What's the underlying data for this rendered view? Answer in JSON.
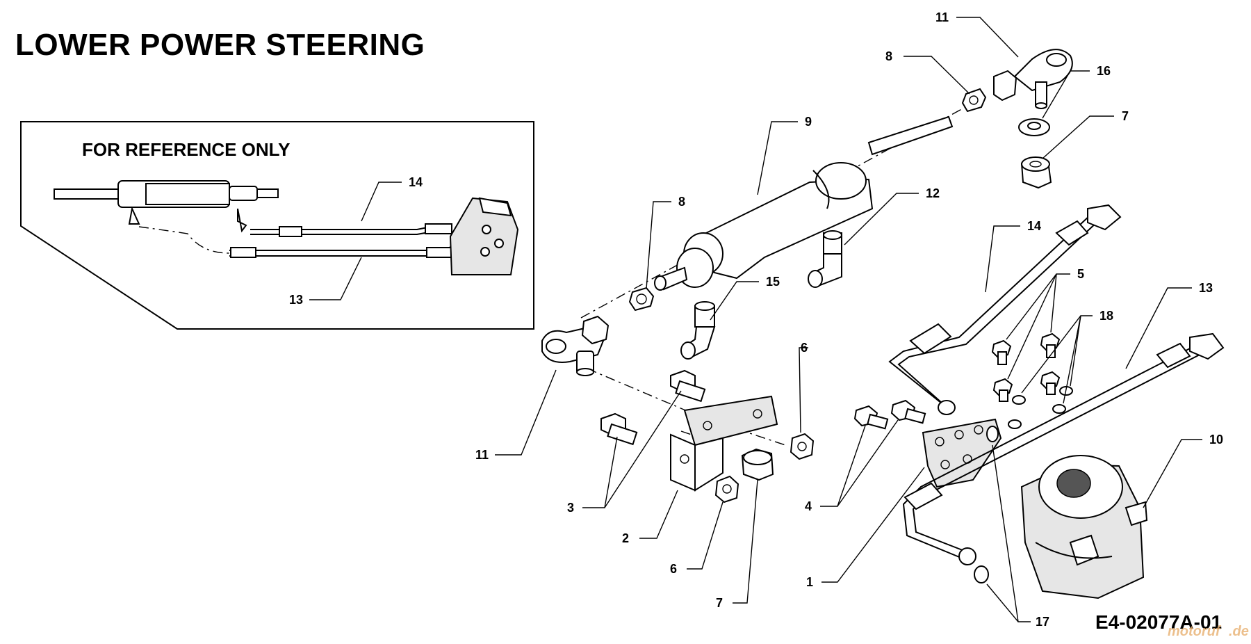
{
  "diagram": {
    "title": "LOWER POWER STEERING",
    "reference_box_label": "FOR REFERENCE ONLY",
    "part_code": "E4-02077A-01",
    "watermark": {
      "prefix": "motoruf",
      "suffix": ".de"
    },
    "inset_callouts": {
      "hose_upper": "14",
      "hose_lower": "13"
    },
    "callouts": {
      "tie_rod_end_top": "11",
      "nut_top": "8",
      "washer": "16",
      "lock_nut_top": "7",
      "cylinder": "9",
      "nut_left": "8",
      "elbow_fitting_12": "12",
      "elbow_fitting_15": "15",
      "hose_14": "14",
      "bolts_5": "5",
      "seals_18": "18",
      "hose_13": "13",
      "nut_6_right": "6",
      "tie_rod_end_left": "11",
      "bolts_3": "3",
      "bracket_2": "2",
      "nut_6_lower": "6",
      "lock_nut_7_lower": "7",
      "bolts_4": "4",
      "plate_1": "1",
      "steering_unit_10": "10",
      "seal_17": "17"
    }
  }
}
